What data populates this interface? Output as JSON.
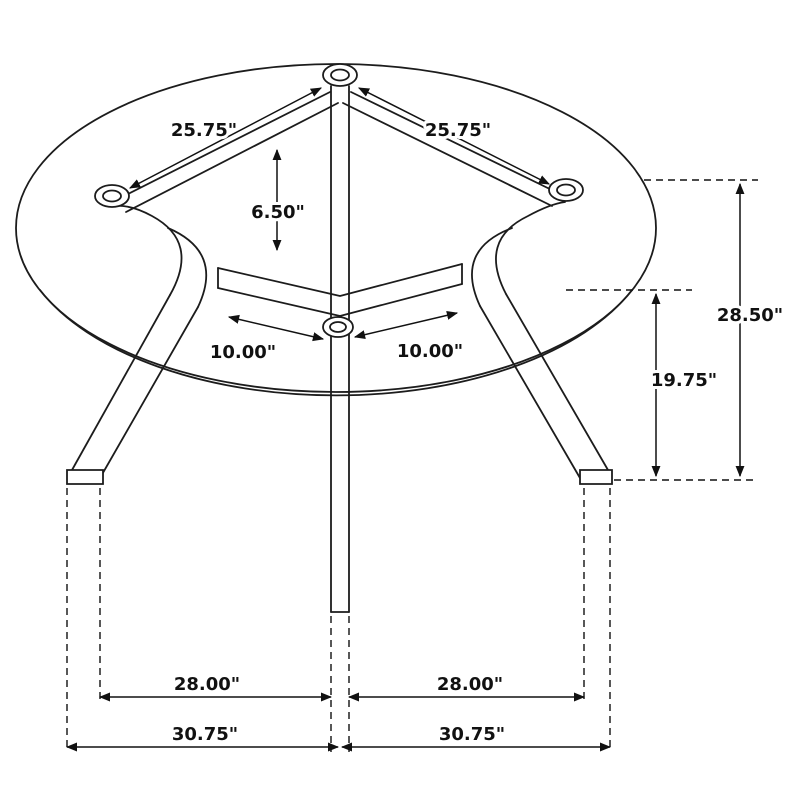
{
  "diagram": {
    "name": "Round glass-top pedestal dining table — dimension drawing",
    "unit": "inches",
    "line_color": "#1c1c1c",
    "background_color": "#ffffff",
    "dimensions": {
      "spoke_top_left": "25.75\"",
      "spoke_top_right": "25.75\"",
      "hub_depth": "6.50\"",
      "brace_left": "10.00\"",
      "brace_right": "10.00\"",
      "overall_height": "28.50\"",
      "underside_clearance": "19.75\"",
      "footprint_left": "28.00\"",
      "footprint_right": "28.00\"",
      "base_span_left": "30.75\"",
      "base_span_right": "30.75\""
    }
  }
}
